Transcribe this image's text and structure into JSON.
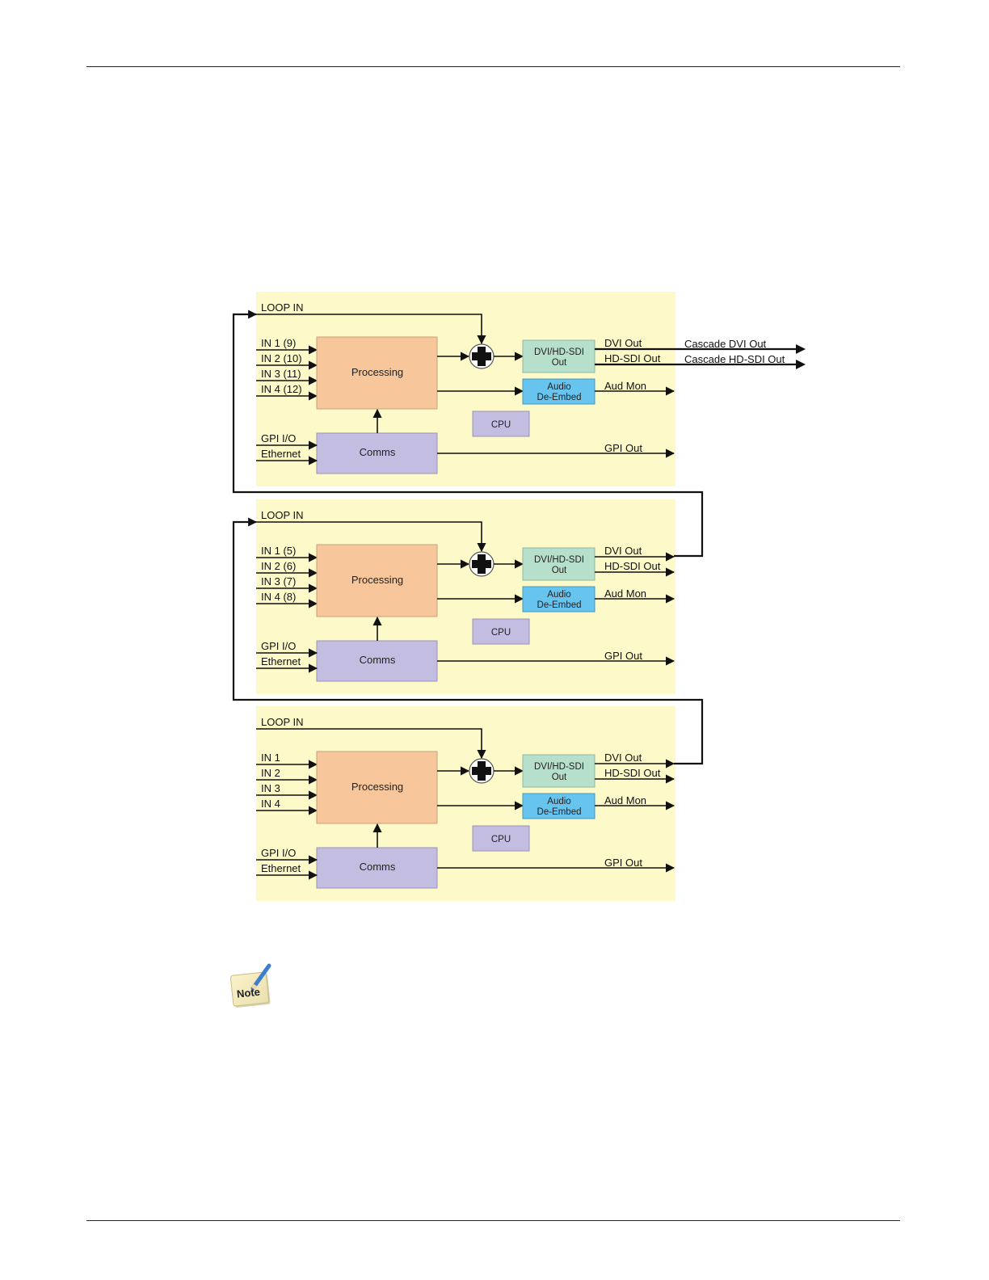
{
  "colors": {
    "panel": "#fdf9c8",
    "processing": "#f7c79b",
    "comms": "#c4bde2",
    "cpu": "#c4bde2",
    "dvi_out": "#b6e0cb",
    "audio": "#67c4ee",
    "line": "#111111"
  },
  "stages": [
    {
      "loop_in": "LOOP IN",
      "inputs": [
        "IN 1 (9)",
        "IN 2 (10)",
        "IN 3 (11)",
        "IN 4 (12)"
      ],
      "gpi_io": "GPI I/O",
      "ethernet": "Ethernet",
      "processing": "Processing",
      "comms": "Comms",
      "cpu": "CPU",
      "dvi_box": [
        "DVI/HD-SDI",
        "Out"
      ],
      "audio_box": [
        "Audio",
        "De-Embed"
      ],
      "dvi_out": "DVI Out",
      "hdsdi_out": "HD-SDI Out",
      "aud_mon": "Aud Mon",
      "gpi_out": "GPI Out"
    },
    {
      "loop_in": "LOOP IN",
      "inputs": [
        "IN 1 (5)",
        "IN 2 (6)",
        "IN 3 (7)",
        "IN 4 (8)"
      ],
      "gpi_io": "GPI I/O",
      "ethernet": "Ethernet",
      "processing": "Processing",
      "comms": "Comms",
      "cpu": "CPU",
      "dvi_box": [
        "DVI/HD-SDI",
        "Out"
      ],
      "audio_box": [
        "Audio",
        "De-Embed"
      ],
      "dvi_out": "DVI Out",
      "hdsdi_out": "HD-SDI Out",
      "aud_mon": "Aud Mon",
      "gpi_out": "GPI Out"
    },
    {
      "loop_in": "LOOP IN",
      "inputs": [
        "IN 1",
        "IN 2",
        "IN 3",
        "IN 4"
      ],
      "gpi_io": "GPI I/O",
      "ethernet": "Ethernet",
      "processing": "Processing",
      "comms": "Comms",
      "cpu": "CPU",
      "dvi_box": [
        "DVI/HD-SDI",
        "Out"
      ],
      "audio_box": [
        "Audio",
        "De-Embed"
      ],
      "dvi_out": "DVI Out",
      "hdsdi_out": "HD-SDI Out",
      "aud_mon": "Aud Mon",
      "gpi_out": "GPI Out"
    }
  ],
  "cascade": {
    "dvi": "Cascade DVI Out",
    "hdsdi": "Cascade HD-SDI Out"
  },
  "note": {
    "icon": "note-pencil-icon",
    "label": "Note"
  }
}
